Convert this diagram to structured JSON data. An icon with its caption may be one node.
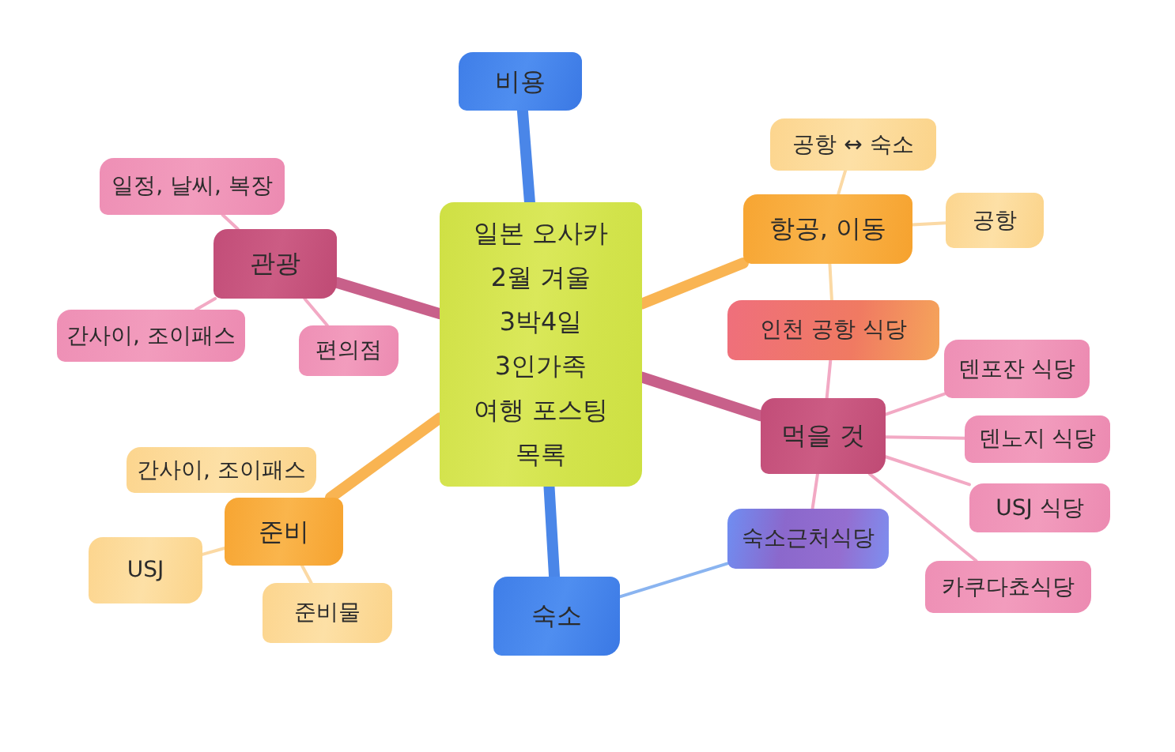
{
  "diagram": {
    "nodes": [
      {
        "text": [
          "일본 오사카 2월 겨울 3박4일 3인가족 여행 포스팅 목록"
        ]
      },
      {
        "text": [
          "비용"
        ]
      },
      {
        "text": [
          "관광"
        ]
      },
      {
        "text": [
          "일정, 날씨, 복장"
        ]
      },
      {
        "text": [
          "간사이, 조이패스"
        ]
      },
      {
        "text": [
          "편의점"
        ]
      },
      {
        "text": [
          "항공, 이동"
        ]
      },
      {
        "text": [
          "공항 ↔ 숙소"
        ]
      },
      {
        "text": [
          "공항"
        ]
      },
      {
        "text": [
          "인천 공항 식당"
        ]
      },
      {
        "text": [
          "먹을 것"
        ]
      },
      {
        "text": [
          "덴포잔 식당"
        ]
      },
      {
        "text": [
          "덴노지 식당"
        ]
      },
      {
        "text": [
          "USJ 식당"
        ]
      },
      {
        "text": [
          "카쿠다쵸식당"
        ]
      },
      {
        "text": [
          "숙소근처식당"
        ]
      },
      {
        "text": [
          "준비"
        ]
      },
      {
        "text": [
          "간사이, 조이패스"
        ]
      },
      {
        "text": [
          "USJ"
        ]
      },
      {
        "text": [
          "준비물"
        ]
      },
      {
        "text": [
          "숙소"
        ]
      }
    ],
    "edges": [
      {
        "from": 0,
        "to": 1,
        "arrow": "none",
        "style": "thick",
        "color": "#4a86e8"
      },
      {
        "from": 0,
        "to": 2,
        "arrow": "none",
        "style": "thick",
        "color": "#c8608a"
      },
      {
        "from": 0,
        "to": 6,
        "arrow": "none",
        "style": "thick",
        "color": "#f9b452"
      },
      {
        "from": 0,
        "to": 10,
        "arrow": "none",
        "style": "thick",
        "color": "#c8608a"
      },
      {
        "from": 0,
        "to": 16,
        "arrow": "none",
        "style": "thick",
        "color": "#f9b452"
      },
      {
        "from": 0,
        "to": 20,
        "arrow": "none",
        "style": "thick",
        "color": "#4a86e8"
      },
      {
        "from": 2,
        "to": 3,
        "arrow": "none"
      },
      {
        "from": 2,
        "to": 4,
        "arrow": "none"
      },
      {
        "from": 2,
        "to": 5,
        "arrow": "none"
      },
      {
        "from": 6,
        "to": 7,
        "arrow": "none",
        "color": "#fbd9a4"
      },
      {
        "from": 6,
        "to": 8,
        "arrow": "none",
        "color": "#fbd9a4"
      },
      {
        "from": 6,
        "to": 9,
        "arrow": "none",
        "color": "#fbd9a4"
      },
      {
        "from": 10,
        "to": 9,
        "arrow": "none"
      },
      {
        "from": 10,
        "to": 11,
        "arrow": "none"
      },
      {
        "from": 10,
        "to": 12,
        "arrow": "none"
      },
      {
        "from": 10,
        "to": 13,
        "arrow": "none"
      },
      {
        "from": 10,
        "to": 14,
        "arrow": "none"
      },
      {
        "from": 10,
        "to": 15,
        "arrow": "none"
      },
      {
        "from": 20,
        "to": 15,
        "arrow": "none",
        "color": "#8ab4f0"
      },
      {
        "from": 16,
        "to": 18,
        "arrow": "none",
        "color": "#fbd9a4"
      },
      {
        "from": 16,
        "to": 19,
        "arrow": "none",
        "color": "#fbd9a4"
      }
    ]
  }
}
